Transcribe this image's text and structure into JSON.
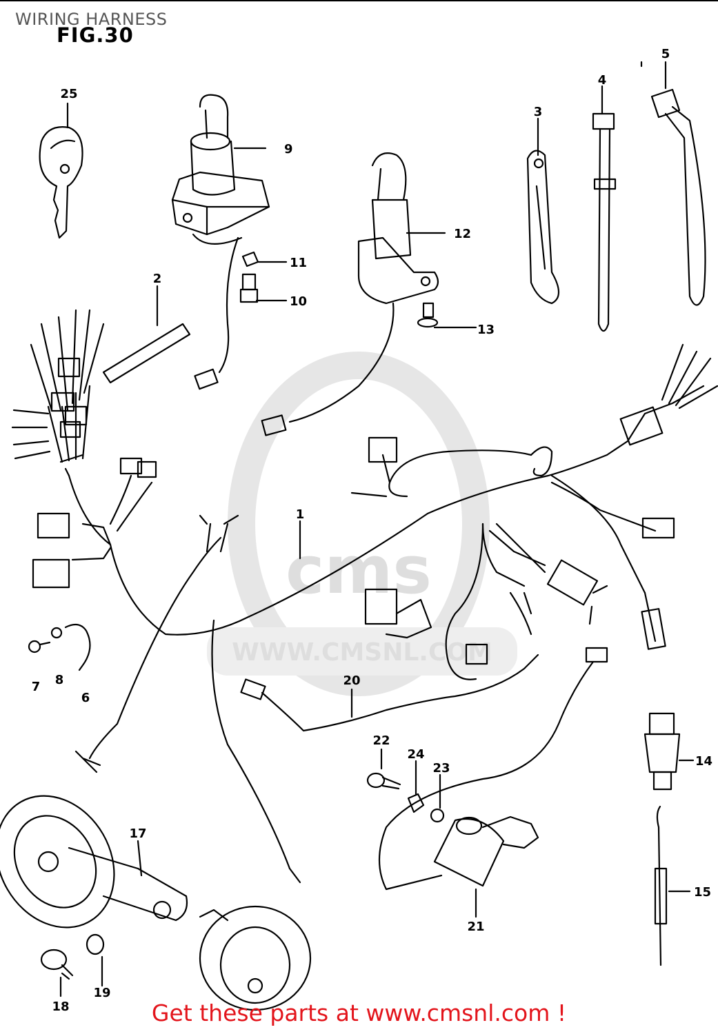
{
  "header": {
    "page_title": "WIRING HARNESS",
    "figure_label": "FIG.30"
  },
  "watermark": {
    "logo": "cms",
    "url": "WWW.CMSNL.COM"
  },
  "callouts": {
    "n1": "1",
    "n2": "2",
    "n3": "3",
    "n4": "4",
    "n5": "5",
    "n6": "6",
    "n7": "7",
    "n8": "8",
    "n9": "9",
    "n10": "10",
    "n11": "11",
    "n12": "12",
    "n13": "13",
    "n14": "14",
    "n15": "15",
    "n17": "17",
    "n18": "18",
    "n19": "19",
    "n20": "20",
    "n21": "21",
    "n22": "22",
    "n23": "23",
    "n24": "24",
    "n25": "25"
  },
  "footer": {
    "promo_text": "Get these parts at www.cmsnl.com !",
    "promo_color": "#e3141b"
  }
}
